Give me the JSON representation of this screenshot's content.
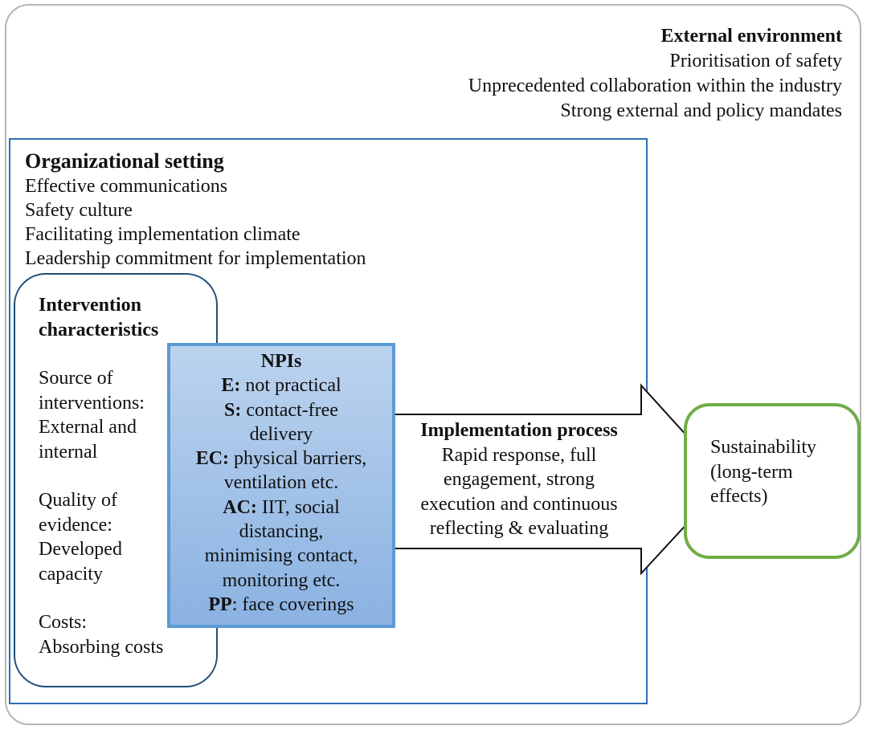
{
  "external_environment": {
    "heading": "External environment",
    "items": [
      "Prioritisation of safety",
      "Unprecedented collaboration within the industry",
      "Strong external and policy mandates"
    ]
  },
  "organizational_setting": {
    "heading": "Organizational setting",
    "items": [
      "Effective communications",
      "Safety culture",
      "Facilitating implementation climate",
      "Leadership commitment for implementation"
    ]
  },
  "intervention_characteristics": {
    "heading_line1": "Intervention",
    "heading_line2": "characteristics",
    "source_lines": [
      "Source of",
      "interventions:",
      "External and",
      "internal"
    ],
    "quality_lines": [
      "Quality of",
      "evidence:",
      "Developed",
      "capacity"
    ],
    "costs_lines": [
      "Costs:",
      "Absorbing costs"
    ]
  },
  "npis": {
    "heading": "NPIs",
    "e_label": "E:",
    "e_text": " not practical",
    "s_label": "S:",
    "s_text_line1": " contact-free",
    "s_text_line2": "delivery",
    "ec_label": "EC:",
    "ec_text_line1": " physical barriers,",
    "ec_text_line2": "ventilation etc.",
    "ac_label": "AC:",
    "ac_text_line1": " IIT, social",
    "ac_text_line2": "distancing,",
    "ac_text_line3": "minimising contact,",
    "ac_text_line4": "monitoring etc.",
    "pp_label": "PP",
    "pp_text": ": face coverings"
  },
  "implementation_process": {
    "heading": "Implementation process",
    "lines": [
      "Rapid response, full",
      "engagement, strong",
      "execution and continuous",
      "reflecting & evaluating"
    ]
  },
  "sustainability": {
    "lines": [
      "Sustainability",
      "(long-term",
      "effects)"
    ]
  },
  "colors": {
    "outer_border": "#b5b5b5",
    "org_border": "#2e6db4",
    "intervention_border": "#1f4e79",
    "npi_fill_top": "#bcd3ee",
    "npi_fill_bottom": "#8ab2e2",
    "npi_border": "#5b9bd5",
    "sustainability_border": "#70ad47"
  }
}
